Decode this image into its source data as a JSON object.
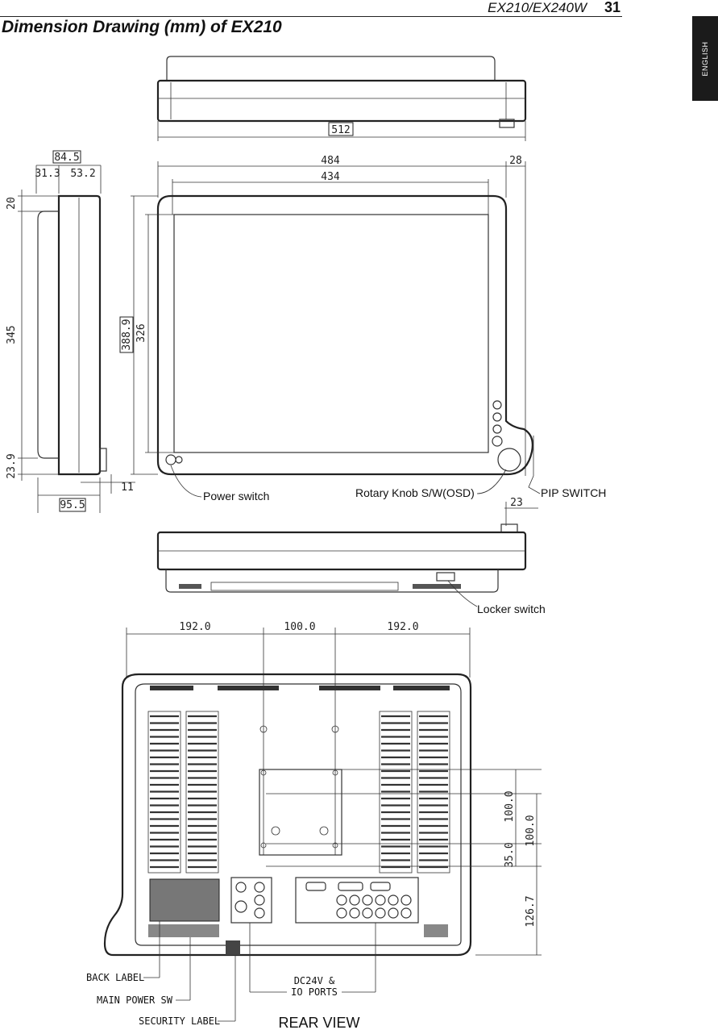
{
  "header": {
    "model": "EX210/EX240W",
    "page_number": "31",
    "side_tab": "ENGLISH"
  },
  "title": "Dimension Drawing (mm) of EX210",
  "dimensions": {
    "top_width": "512",
    "depth_total": "84.5",
    "depth_a": "31.3",
    "depth_b": "53.2",
    "top_bezel": "20",
    "side_height": "345",
    "bottom_bezel": "23.9",
    "base_depth": "95.5",
    "bottom_gap": "11",
    "front_width": "484",
    "screen_width": "434",
    "knob_offset": "28",
    "front_height": "388.9",
    "screen_height": "326",
    "locker_offset": "23",
    "rear_left": "192.0",
    "rear_mid": "100.0",
    "rear_right": "192.0",
    "vesa_v1": "100.0",
    "vesa_v2": "100.0",
    "vesa_offset": "35.0",
    "bottom_height": "126.7"
  },
  "labels": {
    "power_switch": "Power switch",
    "rotary_knob": "Rotary Knob S/W(OSD)",
    "pip_switch": "PIP SWITCH",
    "locker_switch": "Locker switch",
    "back_label": "BACK LABEL",
    "main_power_sw": "MAIN POWER SW",
    "security_label": "SECURITY LABEL",
    "dc_line1": "DC24V &",
    "dc_line2": "IO PORTS",
    "rear_view": "REAR VIEW"
  }
}
